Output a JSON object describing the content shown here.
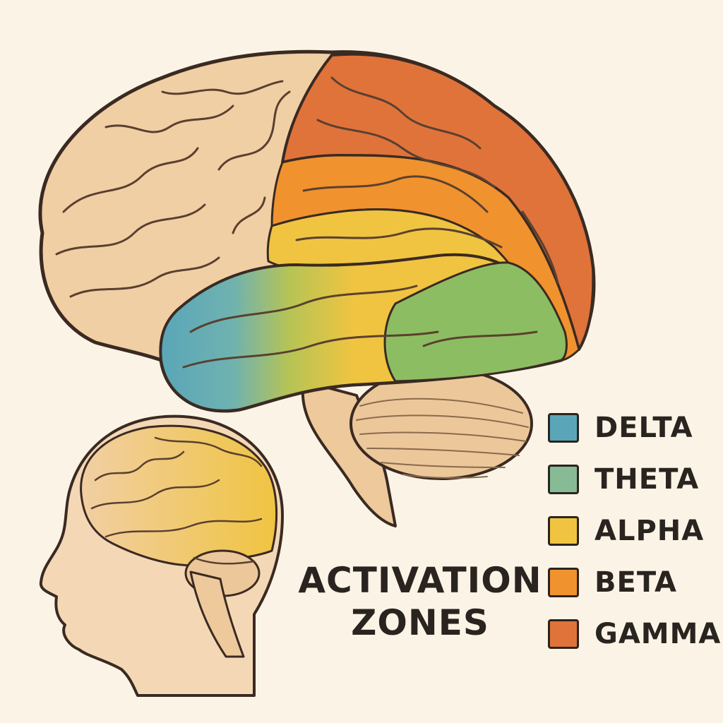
{
  "caption": {
    "line1": "ACTIVATION",
    "line2": "ZONES"
  },
  "legend": [
    {
      "label": "DELTA",
      "color": "#5aa6b8"
    },
    {
      "label": "THETA",
      "color": "#86bb95"
    },
    {
      "label": "ALPHA",
      "color": "#f0c441"
    },
    {
      "label": "BETA",
      "color": "#f0922e"
    },
    {
      "label": "GAMMA",
      "color": "#e0733a"
    }
  ],
  "colors": {
    "background": "#fbf4e6",
    "brain_base": "#f1cfa4",
    "outline": "#3a2a22",
    "delta": "#5aa6b8",
    "theta": "#8dbd62",
    "alpha": "#f0c441",
    "beta": "#f0922e",
    "gamma": "#e0733a"
  },
  "icons": [
    "large-brain-illustration",
    "small-head-profile-illustration"
  ]
}
